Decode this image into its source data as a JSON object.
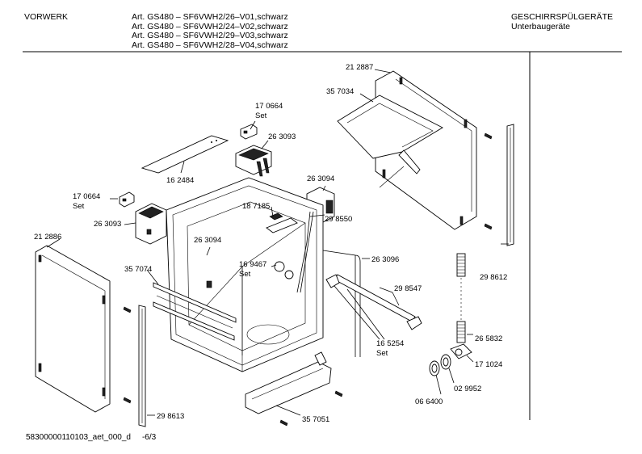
{
  "header": {
    "brand": "VORWERK",
    "articles": [
      "Art. GS480 – SF6VWH2/26–V01,schwarz",
      "Art. GS480 – SF6VWH2/24–V02,schwarz",
      "Art. GS480 – SF6VWH2/29–V03,schwarz",
      "Art. GS480 – SF6VWH2/28–V04,schwarz"
    ],
    "category": "GESCHIRRSPÜLGERÄTE",
    "subcategory": "Unterbaugeräte"
  },
  "footer": {
    "doc_id": "58300000110103_aet_000_d",
    "page": "-6/3"
  },
  "callouts": [
    {
      "id": "c1",
      "lines": [
        "21 2887"
      ]
    },
    {
      "id": "c2",
      "lines": [
        "35 7034"
      ]
    },
    {
      "id": "c3",
      "lines": [
        "17 0664",
        "Set"
      ]
    },
    {
      "id": "c4",
      "lines": [
        "26 3093"
      ]
    },
    {
      "id": "c5",
      "lines": [
        "16 2484"
      ]
    },
    {
      "id": "c6",
      "lines": [
        "26 3094"
      ]
    },
    {
      "id": "c7",
      "lines": [
        "17 0664",
        "Set"
      ]
    },
    {
      "id": "c8",
      "lines": [
        "26 3093"
      ]
    },
    {
      "id": "c9",
      "lines": [
        "18 7185"
      ]
    },
    {
      "id": "c10",
      "lines": [
        "21 2886"
      ]
    },
    {
      "id": "c11",
      "lines": [
        "26 3094"
      ]
    },
    {
      "id": "c12",
      "lines": [
        "29 8550"
      ]
    },
    {
      "id": "c13",
      "lines": [
        "35 7074"
      ]
    },
    {
      "id": "c14",
      "lines": [
        "16 9467",
        "Set"
      ]
    },
    {
      "id": "c15",
      "lines": [
        "26 3096"
      ]
    },
    {
      "id": "c16",
      "lines": [
        "29 8547"
      ]
    },
    {
      "id": "c17",
      "lines": [
        "29 8612"
      ]
    },
    {
      "id": "c18",
      "lines": [
        "16 5254",
        "Set"
      ]
    },
    {
      "id": "c19",
      "lines": [
        "26 5832"
      ]
    },
    {
      "id": "c20",
      "lines": [
        "17 1024"
      ]
    },
    {
      "id": "c21",
      "lines": [
        "02 9952"
      ]
    },
    {
      "id": "c22",
      "lines": [
        "06 6400"
      ]
    },
    {
      "id": "c23",
      "lines": [
        "29 8613"
      ]
    },
    {
      "id": "c24",
      "lines": [
        "35 7051"
      ]
    }
  ]
}
